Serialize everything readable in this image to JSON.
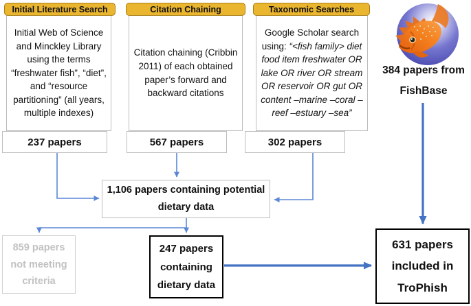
{
  "colors": {
    "header_yellow": "#EAB52F",
    "header_border": "#A97E15",
    "box_border_gray": "#BDBDBD",
    "excluded_gray": "#C1C1C1",
    "arrow_blue_thin": "#5B87D5",
    "arrow_blue_thick": "#4472C4"
  },
  "columns": [
    {
      "header": "Initial Literature Search",
      "body": "Initial Web of Science and Minckley Library using the terms “freshwater fish”, “diet”, and “resource partitioning” (all years, multiple indexes)",
      "count": "237 papers"
    },
    {
      "header": "Citation Chaining",
      "body": "Citation chaining (Cribbin 2011) of each obtained paper’s forward and backward citations",
      "count": "567 papers"
    },
    {
      "header": "Taxonomic Searches",
      "body_prefix": "Google Scholar search using: ",
      "body_italic": "“<fish family> diet food item freshwater OR lake OR river OR stream OR reservoir OR gut OR content –marine –coral –reef –estuary –sea”",
      "count": "302 papers"
    }
  ],
  "fishbase": {
    "logo_icon": "fishbase-fish-logo",
    "line1": "384 papers from",
    "line2": "FishBase"
  },
  "pooled_box": {
    "line1": "1,106 papers containing potential",
    "line2": "dietary data"
  },
  "excluded_box": {
    "lines": [
      "859 papers",
      "not meeting",
      "criteria"
    ]
  },
  "dietary_box": {
    "lines": [
      "247 papers",
      "containing",
      "dietary data"
    ]
  },
  "final_box": {
    "lines": [
      "631 papers",
      "included in",
      "TroPhish"
    ]
  }
}
